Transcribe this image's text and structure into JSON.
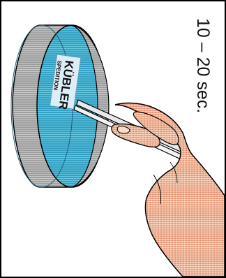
{
  "caption": "10 – 20 sec.",
  "logo": {
    "main": "KÜBLER",
    "sub": "SPEDITION"
  },
  "colors": {
    "frame": "#000000",
    "dish_fill": "#3aa9c8",
    "dish_rim": "#9a9a9a",
    "skin_light": "#f3c9a4",
    "skin_dark": "#d98a6a",
    "label_bg": "#dbeef7"
  }
}
